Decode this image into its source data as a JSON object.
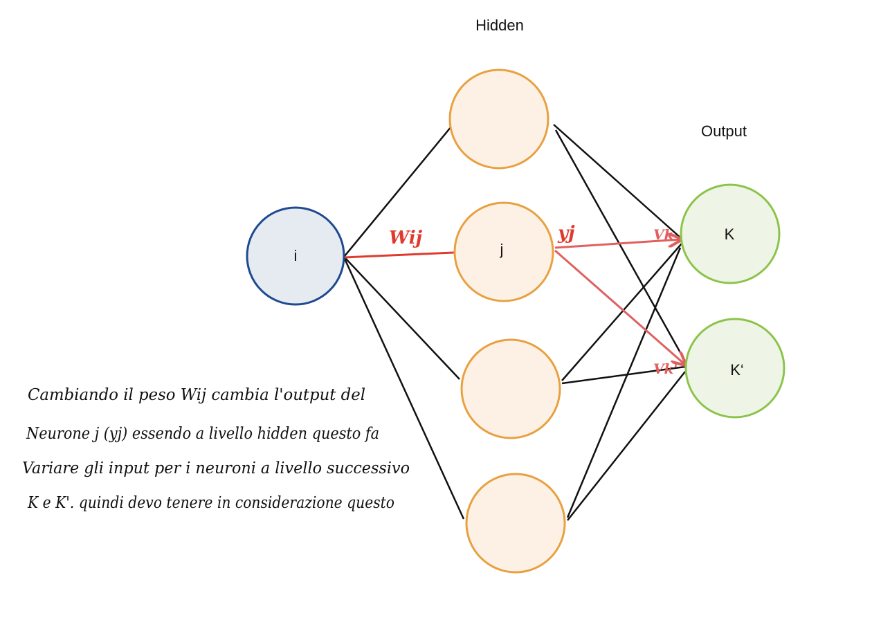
{
  "colors": {
    "input_fill": "#e6ebf2",
    "input_stroke": "#1f4a8f",
    "hidden_fill": "#fdf1e6",
    "hidden_stroke": "#e8a040",
    "output_fill": "#eef5e6",
    "output_stroke": "#8cc34a",
    "edge": "#111111",
    "edge_highlight_wij": "#e03a2f",
    "edge_highlight_v": "#e06060",
    "handwriting_red": "#e03a2f"
  },
  "layers": {
    "hidden_title": "Hidden",
    "output_title": "Output"
  },
  "nodes": {
    "input_i": "i",
    "hidden_1": "",
    "hidden_j": "j",
    "hidden_3": "",
    "hidden_4": "",
    "output_k": "K",
    "output_k_prime": "K‘"
  },
  "edge_labels": {
    "w_ij": "Wij",
    "y_j": "yj",
    "v_k": "Vk",
    "v_k_prime": "Vk'"
  },
  "note": {
    "lines": [
      "Cambiando il peso Wij cambia l'output del",
      "Neurone j (yj) essendo a livello hidden questo fa",
      "Variare gli input per i neuroni a livello successivo",
      "K e K'. quindi devo tenere in considerazione questo"
    ]
  }
}
